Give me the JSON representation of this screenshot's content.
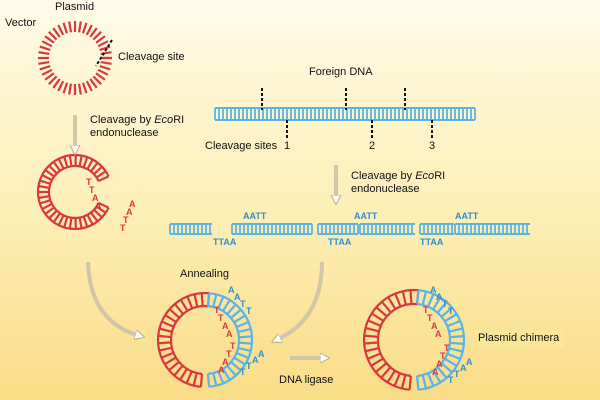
{
  "labels": {
    "plasmid": "Plasmid",
    "vector": "Vector",
    "cleavage_site": "Cleavage site",
    "foreign_dna": "Foreign DNA",
    "cleavage_sites": "Cleavage sites",
    "site_numbers": [
      "1",
      "2",
      "3"
    ],
    "step1_line1": "Cleavage by ",
    "step1_enzyme": "Eco",
    "step1_enzyme_suffix": "RI",
    "step1_line2": "endonuclease",
    "step2_line1": "Cleavage by ",
    "step2_enzyme": "Eco",
    "step2_enzyme_suffix": "RI",
    "step2_line2": "endonuclease",
    "annealing": "Annealing",
    "dna_ligase": "DNA ligase",
    "plasmid_chimera": "Plasmid chimera"
  },
  "sticky_ends": {
    "aatt": "AATT",
    "ttaa": "TTAA",
    "open_plasmid_top": [
      "T",
      "T",
      "A",
      "A"
    ],
    "open_plasmid_bottom": [
      "A",
      "A",
      "T",
      "T"
    ],
    "annealing_blue_top": [
      "A",
      "A",
      "T",
      "T"
    ],
    "annealing_red_top": [
      "T",
      "T",
      "A",
      "A"
    ],
    "annealing_red_bottom": [
      "A",
      "A",
      "T",
      "T"
    ],
    "annealing_blue_bottom": [
      "T",
      "T",
      "A",
      "A"
    ],
    "chimera_blue_top": [
      "A",
      "A",
      "T",
      "T"
    ],
    "chimera_red_top": [
      "T",
      "T",
      "A",
      "A"
    ],
    "chimera_red_bottom": [
      "A",
      "A",
      "T",
      "T"
    ],
    "chimera_blue_bottom": [
      "T",
      "T",
      "A",
      "A"
    ]
  },
  "colors": {
    "plasmid_red": "#d8393e",
    "foreign_blue": "#5cb3e6",
    "arrow": "#cfc7a8",
    "background_top": "#fffbe8",
    "background_bottom": "#f9dc86",
    "chimera_label_bg": "#fbe79a"
  }
}
